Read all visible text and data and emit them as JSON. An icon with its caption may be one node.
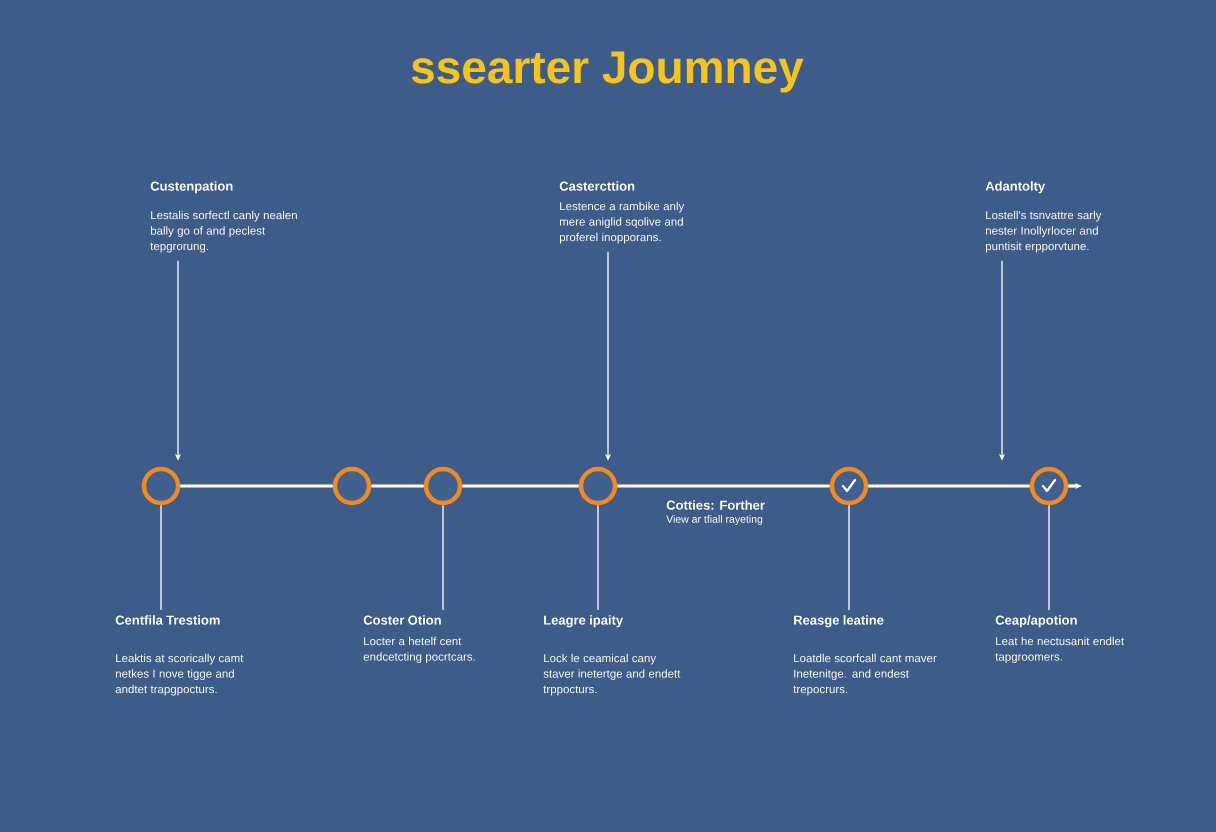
{
  "diagram": {
    "title": "ssearter Joumney",
    "nodes": [
      {
        "text": [
          "Custenpation",
          "Lestalis sorfectl canly nealen bally go of and peclest tepgrorung."
        ]
      },
      {
        "text": [
          "Castercttion",
          "Lestence a rambike anly mere aniglid sqolive and proferel inopporans."
        ]
      },
      {
        "text": [
          "Adantolty",
          "Lostell's tsnvattre sarly nester Inollyrlocer and puntisit erpporvtune."
        ]
      },
      {
        "text": [],
        "shape": "circle"
      },
      {
        "text": [],
        "shape": "circle"
      },
      {
        "text": [],
        "shape": "circle"
      },
      {
        "text": [],
        "shape": "circle"
      },
      {
        "text": [],
        "shape": "circle"
      },
      {
        "text": [],
        "shape": "circle"
      },
      {
        "text": [
          "Centfila Trestiom",
          "Leaktis at scorically camt netkes I nove tigge and andtet trapgpocturs."
        ]
      },
      {
        "text": [
          "Coster Otion",
          "Locter a hetelf cent endcetcting pocrtcars."
        ]
      },
      {
        "text": [
          "Leagre ipaity",
          "Lock le ceamical cany staver inetertge and endett trppocturs."
        ]
      },
      {
        "text": [
          "Reasge leatine",
          "Loatdle scorfcall cant maver Inetenitge. and endest trepocrurs."
        ]
      },
      {
        "text": [
          "Ceap/apotion",
          "Leat he nectusanit endlet tapgroomers."
        ]
      }
    ],
    "edges": [
      {
        "from": 3,
        "to": 4,
        "arrow": "none",
        "style": "thick"
      },
      {
        "from": 4,
        "to": 5,
        "arrow": "none",
        "style": "thick"
      },
      {
        "from": 5,
        "to": 6,
        "arrow": "none",
        "style": "thick"
      },
      {
        "from": 6,
        "to": 7,
        "arrow": "none",
        "style": "thick"
      },
      {
        "from": 7,
        "to": 8,
        "arrow": "none",
        "style": "thick"
      },
      {
        "from": 8,
        "to": null,
        "arrow": "to",
        "style": "thick"
      },
      {
        "from": 0,
        "to": 3,
        "arrow": "to"
      },
      {
        "from": 1,
        "to": 6,
        "arrow": "to"
      },
      {
        "from": 2,
        "to": 8,
        "arrow": "to"
      },
      {
        "from": 3,
        "to": 9,
        "arrow": "none"
      },
      {
        "from": 5,
        "to": 10,
        "arrow": "none"
      },
      {
        "from": 6,
        "to": 11,
        "arrow": "none"
      },
      {
        "from": 7,
        "to": 12,
        "arrow": "none"
      },
      {
        "from": 8,
        "to": 13,
        "arrow": "none"
      }
    ],
    "labels": [
      "Cotties: Forther",
      "View ar tfiall rayeting"
    ]
  }
}
